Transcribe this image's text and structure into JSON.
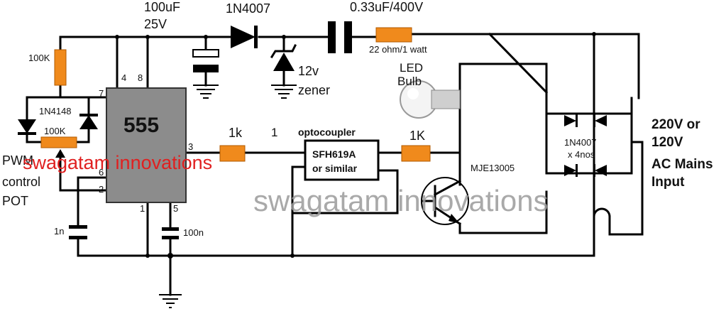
{
  "components": {
    "cap_supply": {
      "value": "100uF",
      "voltage": "25V"
    },
    "diode_top": "1N4007",
    "cap_series": "0.33uF/400V",
    "res_series": "22 ohm/1 watt",
    "zener_volt": "12v",
    "zener_word": "zener",
    "res_100k": "100K",
    "diodes_1n4148": "1N4148",
    "pot_100k": "100K",
    "pwm_label": [
      "PWM",
      "control",
      "POT"
    ],
    "ic_name": "555",
    "ic_pins": [
      "4",
      "8",
      "7",
      "6",
      "2",
      "3",
      "1",
      "5"
    ],
    "res_1k_left": "1k",
    "opto_pin": "1",
    "opto_label": "optocoupler",
    "opto_part": [
      "SFH619A",
      "or similar"
    ],
    "res_1k_right": "1K",
    "led_label": [
      "LED",
      "Bulb"
    ],
    "transistor": "MJE13005",
    "bridge": [
      "1N4007",
      "x 4nos"
    ],
    "mains": [
      "220V or",
      "120V",
      "AC Mains",
      "Input"
    ],
    "cap_1n": "1n",
    "cap_100n": "100n"
  },
  "watermarks": [
    "swagatam innovations",
    "swagatam innovations"
  ]
}
